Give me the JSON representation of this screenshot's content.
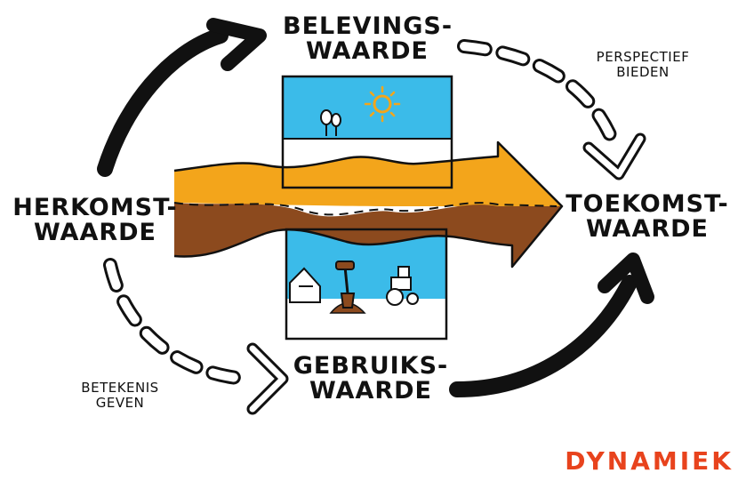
{
  "labels": {
    "belevings": [
      "BELEVINGS-",
      "WAARDE"
    ],
    "herkomst": [
      "HERKOMST-",
      "WAARDE"
    ],
    "toekomst": [
      "TOEKOMST-",
      "WAARDE"
    ],
    "gebruiks": [
      "GEBRUIKS-",
      "WAARDE"
    ],
    "perspectief": [
      "PERSPECTIEF",
      "BIEDEN"
    ],
    "betekenis": [
      "BETEKENIS",
      "GEVEN"
    ]
  },
  "brand": "DYNAMIEK",
  "colors": {
    "ink": "#111111",
    "sky": "#3bbbe9",
    "orange": "#f3a51b",
    "brown": "#8c4a1e",
    "sun": "#f3a51b",
    "brand": "#e8431d"
  },
  "icons": {
    "top_panel": [
      "sun-icon",
      "tree-icon"
    ],
    "bottom_panel": [
      "house-icon",
      "shovel-icon",
      "tractor-icon"
    ]
  }
}
